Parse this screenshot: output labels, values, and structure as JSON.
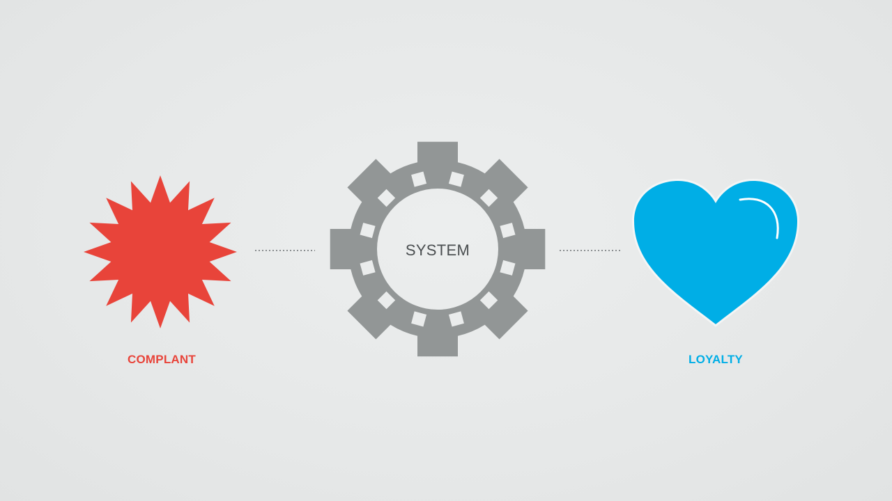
{
  "nodes": {
    "complaint": {
      "label": "COMPLANT",
      "icon": "starburst-icon",
      "color": "#e8443a"
    },
    "system": {
      "label": "SYSTEM",
      "icon": "gear-icon",
      "color": "#929696",
      "text_color": "#4a4e50"
    },
    "loyalty": {
      "label": "LOYALTY",
      "icon": "heart-icon",
      "color": "#00aee6"
    }
  },
  "connectors": [
    {
      "from": "complaint",
      "to": "system",
      "style": "dotted",
      "color": "#8a8e90"
    },
    {
      "from": "system",
      "to": "loyalty",
      "style": "dotted",
      "color": "#8a8e90"
    }
  ]
}
